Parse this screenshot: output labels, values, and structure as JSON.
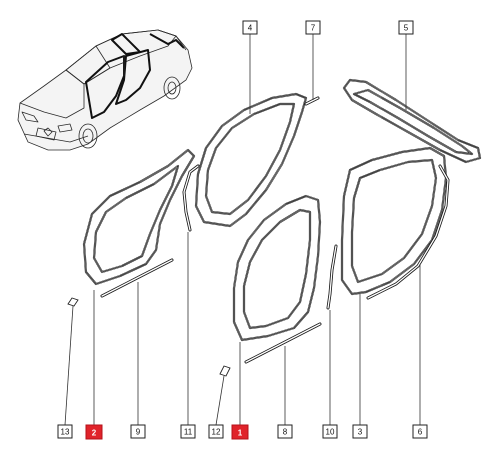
{
  "callouts": [
    {
      "id": "c13",
      "label": "13",
      "highlight": false
    },
    {
      "id": "c2",
      "label": "2",
      "highlight": true
    },
    {
      "id": "c9",
      "label": "9",
      "highlight": false
    },
    {
      "id": "c11",
      "label": "11",
      "highlight": false
    },
    {
      "id": "c12",
      "label": "12",
      "highlight": false
    },
    {
      "id": "c1",
      "label": "1",
      "highlight": true
    },
    {
      "id": "c8",
      "label": "8",
      "highlight": false
    },
    {
      "id": "c10",
      "label": "10",
      "highlight": false
    },
    {
      "id": "c3",
      "label": "3",
      "highlight": false
    },
    {
      "id": "c6",
      "label": "6",
      "highlight": false
    },
    {
      "id": "c4",
      "label": "4",
      "highlight": false
    },
    {
      "id": "c7",
      "label": "7",
      "highlight": false
    },
    {
      "id": "c5",
      "label": "5",
      "highlight": false
    }
  ],
  "colors": {
    "highlight": "#e0232a",
    "line": "#1a1a1a",
    "background": "#ffffff"
  }
}
